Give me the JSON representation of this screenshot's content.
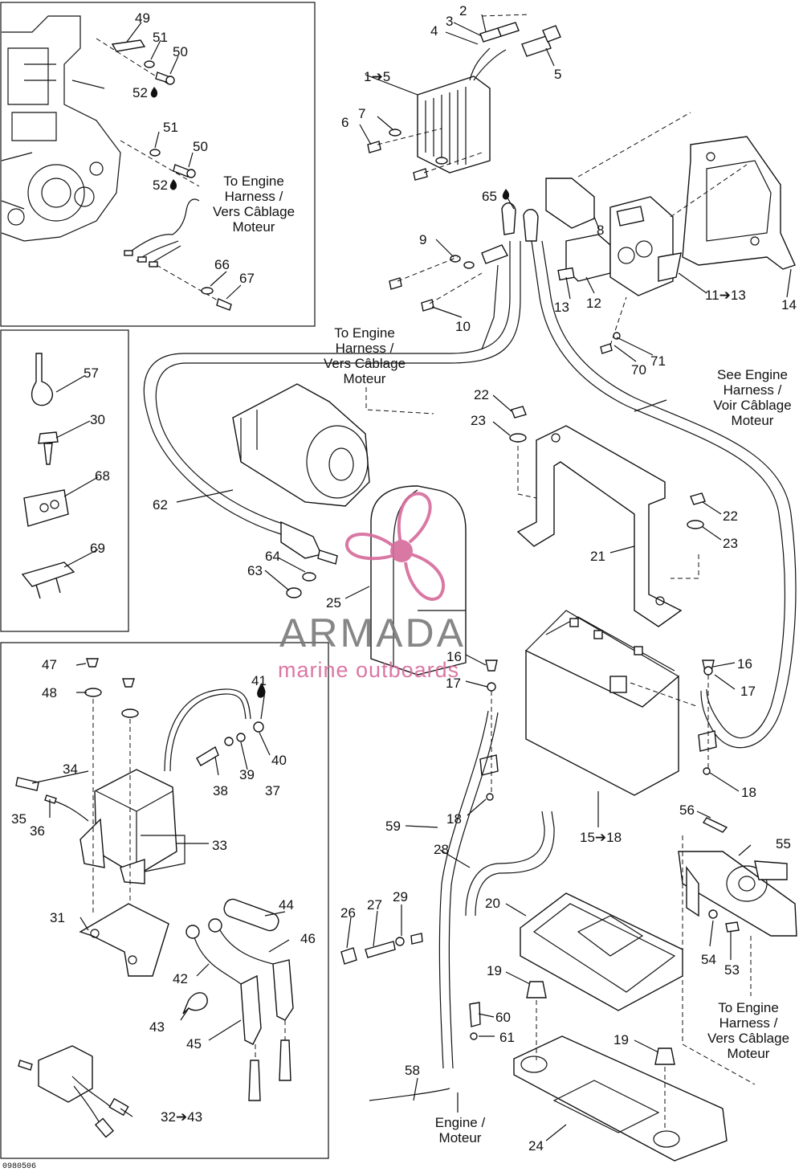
{
  "callouts": [
    {
      "id": "c49",
      "text": "49"
    },
    {
      "id": "c51a",
      "text": "51"
    },
    {
      "id": "c50a",
      "text": "50"
    },
    {
      "id": "c52a",
      "text": "52"
    },
    {
      "id": "c51b",
      "text": "51"
    },
    {
      "id": "c50b",
      "text": "50"
    },
    {
      "id": "c52b",
      "text": "52"
    },
    {
      "id": "c66",
      "text": "66"
    },
    {
      "id": "c67",
      "text": "67"
    },
    {
      "id": "c57",
      "text": "57"
    },
    {
      "id": "c30",
      "text": "30"
    },
    {
      "id": "c68",
      "text": "68"
    },
    {
      "id": "c69",
      "text": "69"
    },
    {
      "id": "c47",
      "text": "47"
    },
    {
      "id": "c48",
      "text": "48"
    },
    {
      "id": "c41",
      "text": "41"
    },
    {
      "id": "c40",
      "text": "40"
    },
    {
      "id": "c39",
      "text": "39"
    },
    {
      "id": "c37",
      "text": "37"
    },
    {
      "id": "c38",
      "text": "38"
    },
    {
      "id": "c34",
      "text": "34"
    },
    {
      "id": "c35",
      "text": "35"
    },
    {
      "id": "c36",
      "text": "36"
    },
    {
      "id": "c33",
      "text": "33"
    },
    {
      "id": "c31",
      "text": "31"
    },
    {
      "id": "c44",
      "text": "44"
    },
    {
      "id": "c46",
      "text": "46"
    },
    {
      "id": "c42",
      "text": "42"
    },
    {
      "id": "c43",
      "text": "43"
    },
    {
      "id": "c45",
      "text": "45"
    },
    {
      "id": "c32",
      "text": "32➔43"
    },
    {
      "id": "c2",
      "text": "2"
    },
    {
      "id": "c3",
      "text": "3"
    },
    {
      "id": "c4",
      "text": "4"
    },
    {
      "id": "c5",
      "text": "5"
    },
    {
      "id": "c1",
      "text": "1➔5"
    },
    {
      "id": "c6",
      "text": "6"
    },
    {
      "id": "c7",
      "text": "7"
    },
    {
      "id": "c65",
      "text": "65"
    },
    {
      "id": "c8",
      "text": "8"
    },
    {
      "id": "c9",
      "text": "9"
    },
    {
      "id": "c10",
      "text": "10"
    },
    {
      "id": "c13",
      "text": "13"
    },
    {
      "id": "c12",
      "text": "12"
    },
    {
      "id": "c11",
      "text": "11➔13"
    },
    {
      "id": "c14",
      "text": "14"
    },
    {
      "id": "c70",
      "text": "70"
    },
    {
      "id": "c71",
      "text": "71"
    },
    {
      "id": "c22a",
      "text": "22"
    },
    {
      "id": "c23a",
      "text": "23"
    },
    {
      "id": "c22b",
      "text": "22"
    },
    {
      "id": "c23b",
      "text": "23"
    },
    {
      "id": "c21",
      "text": "21"
    },
    {
      "id": "c62",
      "text": "62"
    },
    {
      "id": "c64",
      "text": "64"
    },
    {
      "id": "c63",
      "text": "63"
    },
    {
      "id": "c25",
      "text": "25"
    },
    {
      "id": "c16a",
      "text": "16"
    },
    {
      "id": "c17a",
      "text": "17"
    },
    {
      "id": "c16b",
      "text": "16"
    },
    {
      "id": "c17b",
      "text": "17"
    },
    {
      "id": "c18a",
      "text": "18"
    },
    {
      "id": "c18b",
      "text": "18"
    },
    {
      "id": "c15",
      "text": "15➔18"
    },
    {
      "id": "c59",
      "text": "59"
    },
    {
      "id": "c28",
      "text": "28"
    },
    {
      "id": "c56",
      "text": "56"
    },
    {
      "id": "c55",
      "text": "55"
    },
    {
      "id": "c26",
      "text": "26"
    },
    {
      "id": "c27",
      "text": "27"
    },
    {
      "id": "c29",
      "text": "29"
    },
    {
      "id": "c20",
      "text": "20"
    },
    {
      "id": "c19a",
      "text": "19"
    },
    {
      "id": "c19b",
      "text": "19"
    },
    {
      "id": "c60",
      "text": "60"
    },
    {
      "id": "c61",
      "text": "61"
    },
    {
      "id": "c54",
      "text": "54"
    },
    {
      "id": "c53",
      "text": "53"
    },
    {
      "id": "c58",
      "text": "58"
    },
    {
      "id": "c24",
      "text": "24"
    }
  ],
  "notes": {
    "engine_harness_a": [
      "To Engine",
      "Harness /",
      "Vers Câblage",
      "Moteur"
    ],
    "engine_harness_b": [
      "To Engine",
      "Harness /",
      "Vers Câblage",
      "Moteur"
    ],
    "see_engine_harness": [
      "See Engine",
      "Harness /",
      "Voir Câblage",
      "Moteur"
    ],
    "engine_harness_c": [
      "To Engine",
      "Harness /",
      "Vers Câblage",
      "Moteur"
    ],
    "engine_moteur": [
      "Engine /",
      "Moteur"
    ]
  },
  "drawing_code": "0980506",
  "watermark": {
    "brand": "ARMADA",
    "tagline": "marine outboards",
    "brand_color": "#7a7a7a",
    "accent_color": "#d66a9b"
  }
}
